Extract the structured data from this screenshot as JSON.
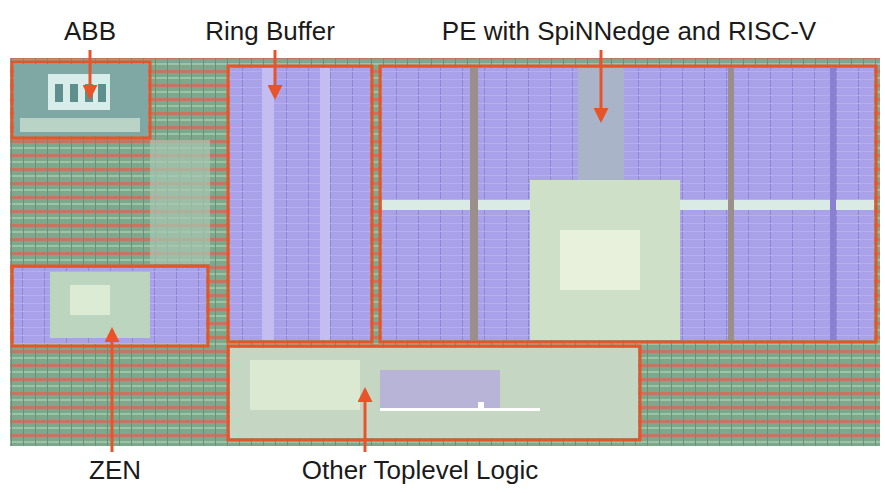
{
  "diagram": {
    "labels": [
      "ABB",
      "Ring Buffer",
      "PE with SpiNNedge and RISC-V",
      "ZEN",
      "Other Toplevel Logic"
    ]
  }
}
